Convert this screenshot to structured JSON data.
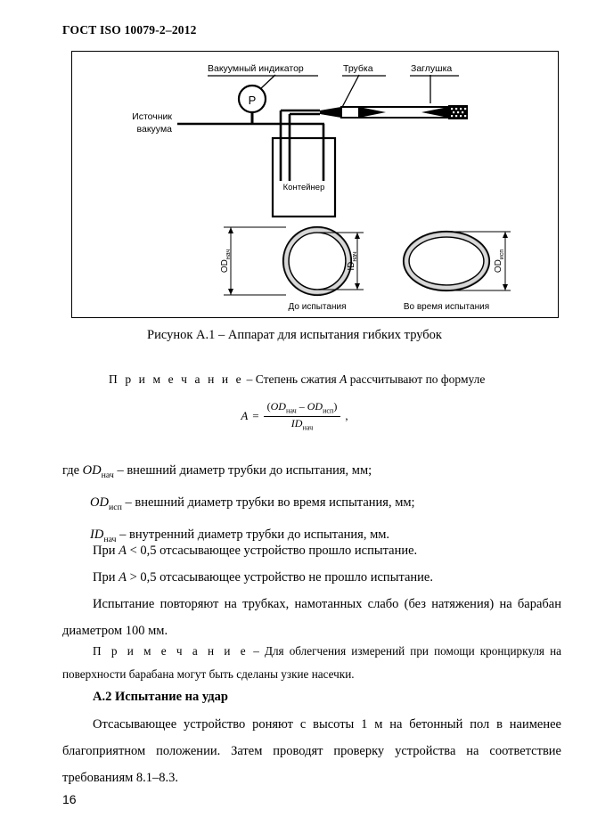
{
  "header": {
    "standard_id": "ГОСТ ISO 10079-2–2012"
  },
  "figure": {
    "labels": {
      "vacuum_indicator": "Вакуумный индикатор",
      "tube": "Трубка",
      "plug": "Заглушка",
      "vacuum_source_line1": "Источник",
      "vacuum_source_line2": "вакуума",
      "gauge_symbol": "P",
      "container": "Контейнер",
      "od_initial": "OD",
      "od_initial_sub": "нач",
      "id_initial": "ID",
      "id_initial_sub": "нач",
      "od_test": "OD",
      "od_test_sub": "исп",
      "before_test": "До испытания",
      "during_test": "Во время испытания"
    },
    "caption": "Рисунок А.1 – Аппарат для испытания гибких трубок"
  },
  "note1": {
    "word": "П р и м е ч а н и е",
    "text": " – Степень сжатия ",
    "symbol": "A",
    "text_end": " рассчитывают по формуле"
  },
  "formula": {
    "left": "A",
    "equals": "=",
    "numerator_od1": "OD",
    "numerator_od1_sub": "нач",
    "minus": "–",
    "numerator_od2": "OD",
    "numerator_od2_sub": "исп",
    "denominator": "ID",
    "denominator_sub": "нач",
    "trailing_comma": ","
  },
  "definitions": {
    "lead": "где ",
    "items": [
      {
        "symbol": "OD",
        "sub": "нач",
        "text": " – внешний диаметр трубки до испытания, мм;"
      },
      {
        "symbol": "OD",
        "sub": "исп",
        "text": " – внешний диаметр трубки во время испытания, мм;"
      },
      {
        "symbol": "ID",
        "sub": "нач",
        "text": " – внутренний диаметр трубки до испытания, мм."
      }
    ]
  },
  "conditions": [
    {
      "prefix": "При ",
      "symbol": "A",
      "text": " < 0,5 отсасывающее устройство прошло испытание."
    },
    {
      "prefix": "При ",
      "symbol": "A",
      "text": " > 0,5 отсасывающее устройство не прошло испытание."
    }
  ],
  "paragraphs": {
    "repeat_test": "Испытание повторяют на трубках, намотанных слабо (без натяжения) на барабан диаметром 100 мм.",
    "impact_test": "Отсасывающее устройство роняют с высоты 1 м на бетонный пол в наименее благоприятном положении. Затем проводят проверку устройства на соответствие требованиям 8.1–8.3."
  },
  "note2": {
    "word": "П р и м е ч а н и е",
    "text": " – Для облегчения измерений при помощи кронциркуля на поверхности барабана могут быть сделаны узкие насечки."
  },
  "section": {
    "heading": "А.2 Испытание на удар"
  },
  "footer": {
    "page_number": "16"
  }
}
